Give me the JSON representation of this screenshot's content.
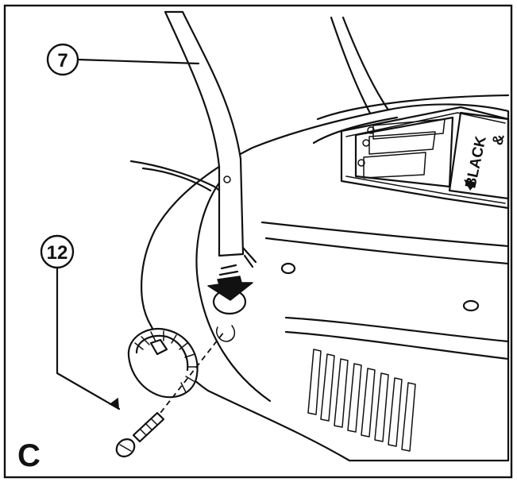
{
  "figure": {
    "callouts": [
      {
        "id": "handle",
        "label": "7"
      },
      {
        "id": "screw",
        "label": "12"
      }
    ],
    "panel_label": "C",
    "brand_lines": [
      "BLACK",
      "&"
    ]
  }
}
